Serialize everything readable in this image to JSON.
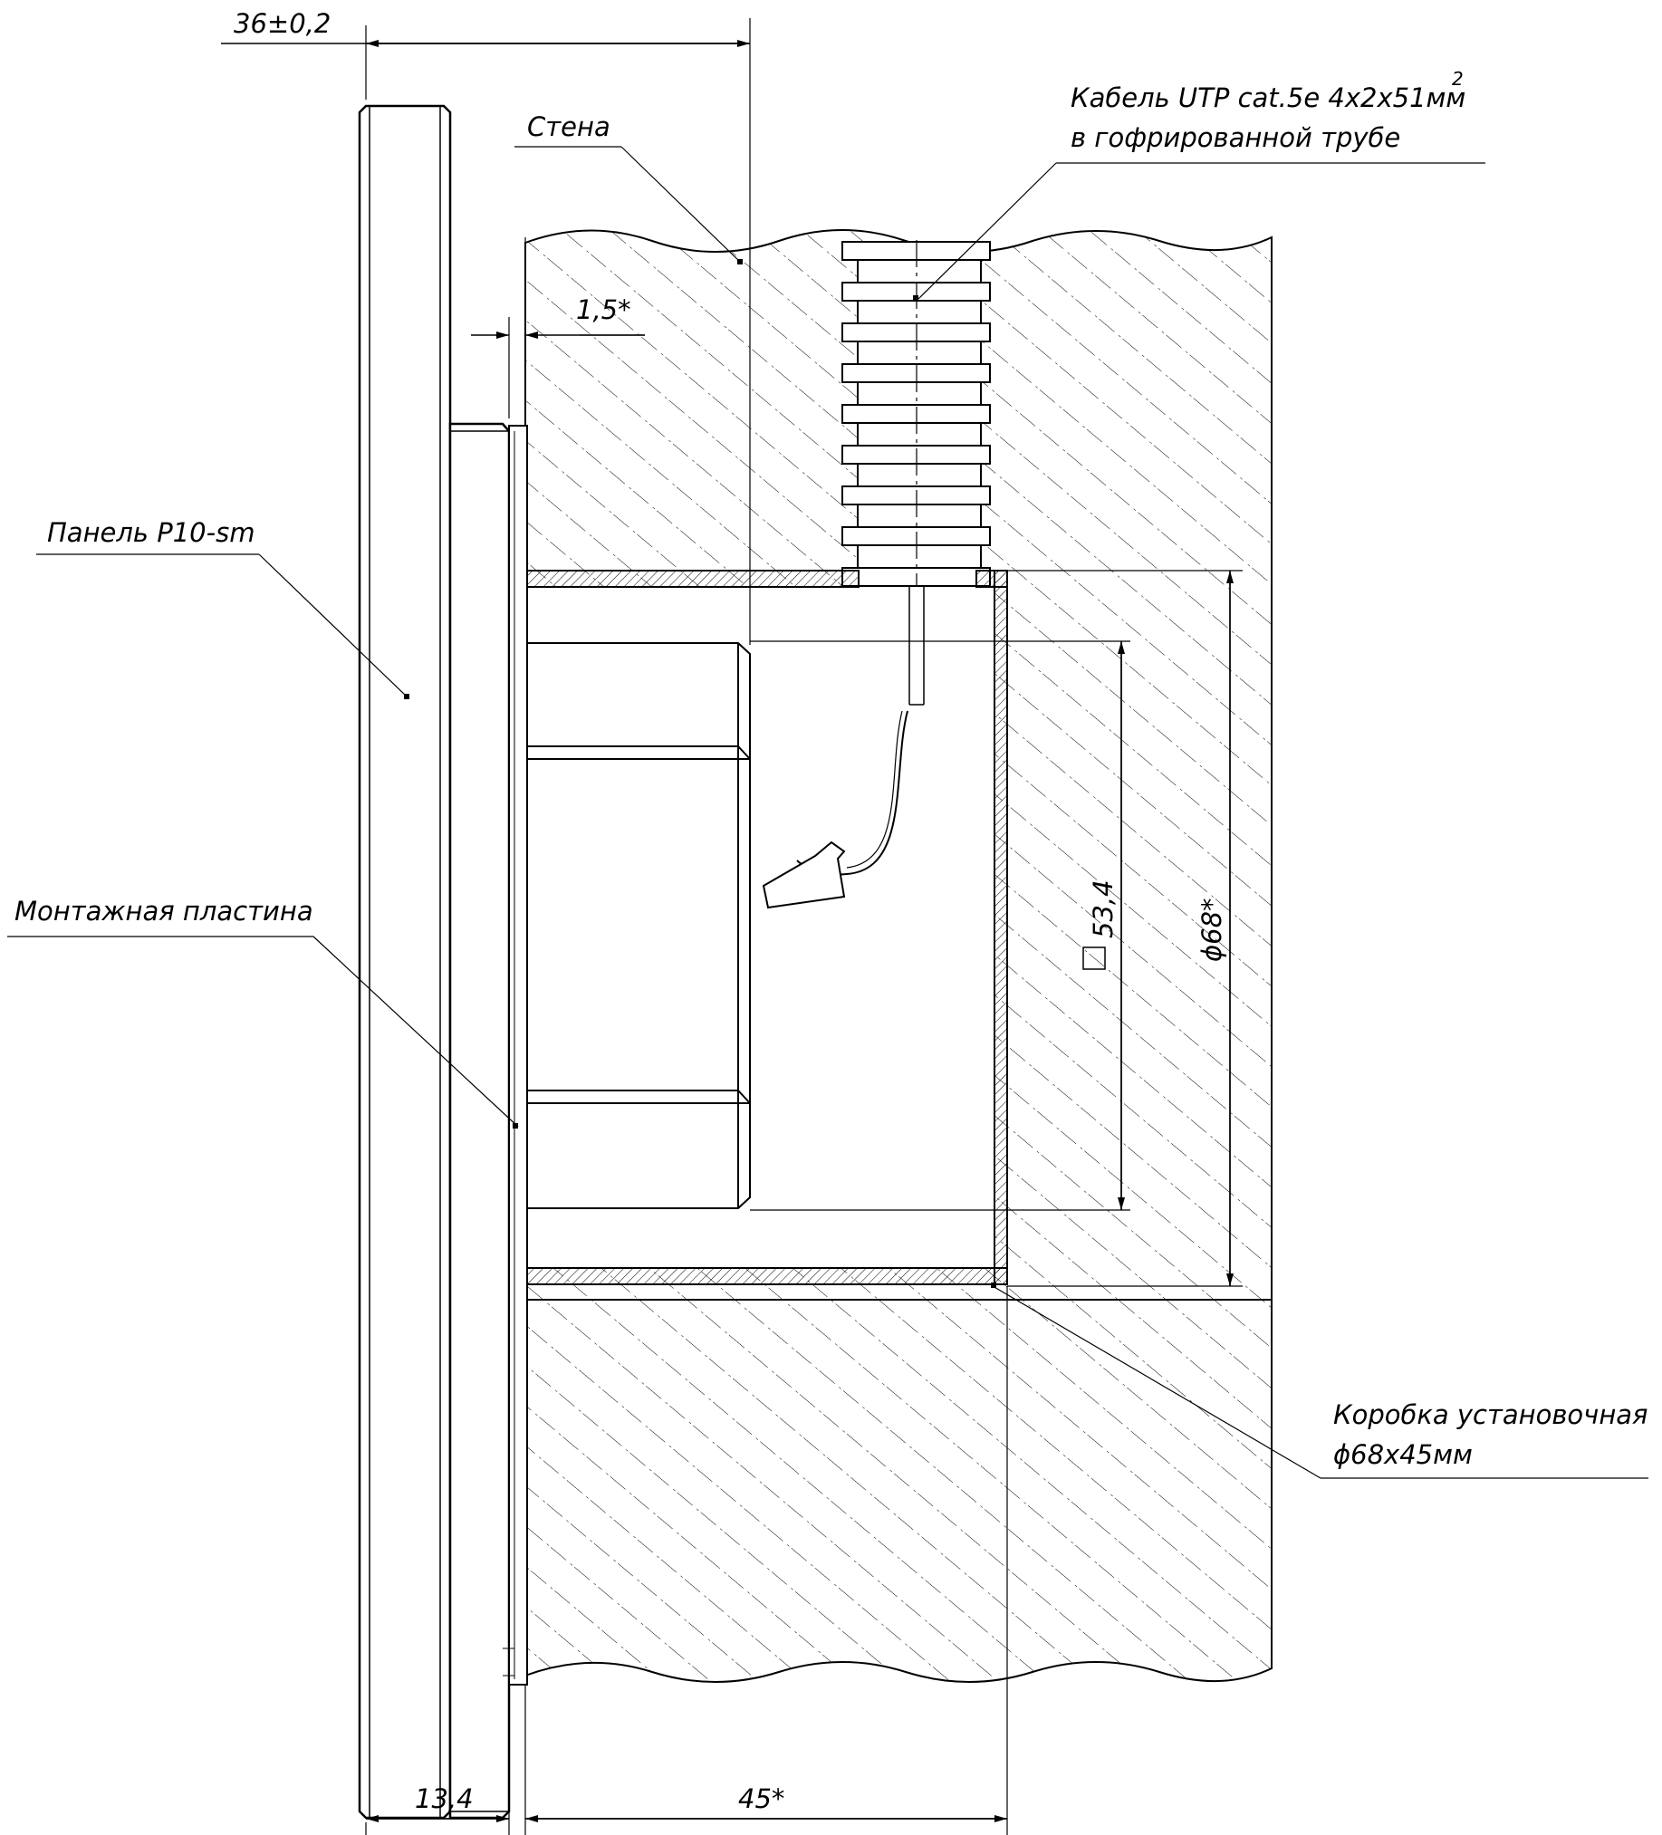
{
  "labels": {
    "wall": "Стена",
    "cable_line1": "Кабель UTP cat.5e 4x2x51мм",
    "cable_sup": "2",
    "cable_line2": "в гофрированной трубе",
    "panel": "Панель P10-sm",
    "mount_plate": "Монтажная пластина",
    "box_line1": "Коробка установочная",
    "box_line2": "ϕ68x45мм"
  },
  "dimensions": {
    "total_depth": "36±0,2",
    "gap": "1,5*",
    "square": "53,4",
    "diameter": "ϕ68*",
    "panel_depth": "13,4",
    "box_depth": "45*"
  },
  "colors": {
    "line": "#000000",
    "background": "#ffffff"
  }
}
